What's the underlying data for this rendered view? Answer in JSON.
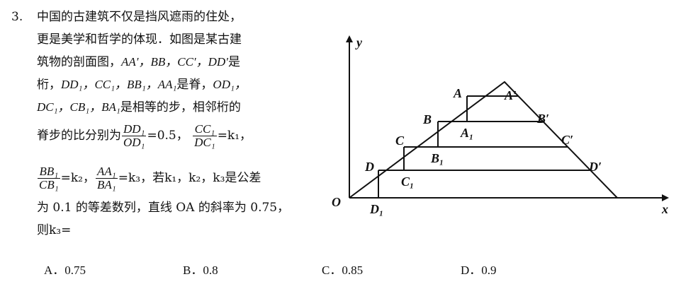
{
  "question": {
    "number": "3.",
    "line1": "中国的古建筑不仅是挡风遮雨的住处，",
    "line2": "更是美学和哲学的体现．如图是某古建",
    "line3_pre": "筑物的剖面图，",
    "line3_vars": "AA′，BB，CC′，DD′",
    "line3_post": "是",
    "line4_pre": "桁，",
    "line4_vars": "DD₁，CC₁，BB₁，AA₁",
    "line4_mid": "是脊，",
    "line4_vars2": "OD₁，",
    "line5_vars": "DC₁，CB₁，BA₁",
    "line5_post": "是相等的步，相邻桁的",
    "line6_pre": "脊步的比分别为",
    "frac1_num": "DD₁",
    "frac1_den": "OD₁",
    "eq1": "=0.5，",
    "frac2_num": "CC₁",
    "frac2_den": "DC₁",
    "eq2": "=k₁，",
    "frac3_num": "BB₁",
    "frac3_den": "CB₁",
    "eq3": "=k₂，",
    "frac4_num": "AA₁",
    "frac4_den": "BA₁",
    "eq4": "=k₃，若k₁，k₂，k₃是公差",
    "line8": "为 0.1 的等差数列，直线 OA 的斜率为 0.75，",
    "line9": "则k₃="
  },
  "options": [
    "A．0.75",
    "B．0.8",
    "C．0.85",
    "D．0.9"
  ],
  "figure": {
    "axis_y": "y",
    "axis_x": "x",
    "origin": "O",
    "labels": {
      "A": "A",
      "A1": "A₁",
      "Ap": "A′",
      "B": "B",
      "B1": "B₁",
      "Bp": "B′",
      "C": "C",
      "C1": "C₁",
      "Cp": "C′",
      "D": "D",
      "D1": "D₁",
      "Dp": "D′"
    }
  }
}
